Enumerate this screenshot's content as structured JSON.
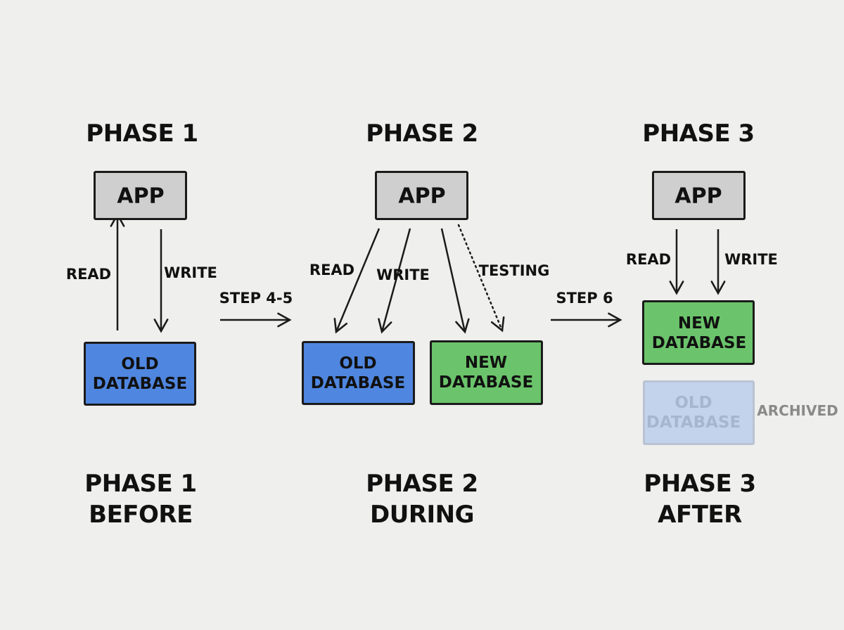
{
  "phases": [
    {
      "heading": "PHASE 1",
      "app": "APP",
      "read": "READ",
      "write": "WRITE",
      "old_db": "OLD\nDATABASE",
      "caption": "PHASE 1\nBEFORE"
    },
    {
      "heading": "PHASE 2",
      "app": "APP",
      "read": "READ",
      "write": "WRITE",
      "testing": "TESTING",
      "old_db": "OLD\nDATABASE",
      "new_db": "NEW\nDATABASE",
      "caption": "PHASE 2\nDURING"
    },
    {
      "heading": "PHASE 3",
      "app": "APP",
      "read": "READ",
      "write": "WRITE",
      "new_db": "NEW\nDATABASE",
      "old_db": "OLD\nDATABASE",
      "archived": "ARCHIVED",
      "caption": "PHASE 3\nAFTER"
    }
  ],
  "transitions": [
    {
      "label": "STEP 4-5"
    },
    {
      "label": "STEP 6"
    }
  ],
  "colors": {
    "background": "#efefed",
    "app_box": "#cfcfcf",
    "old_database": "#4f86df",
    "new_database": "#6bc46b",
    "archived_database": "#c3d3ec",
    "outline": "#1b1b1b"
  }
}
